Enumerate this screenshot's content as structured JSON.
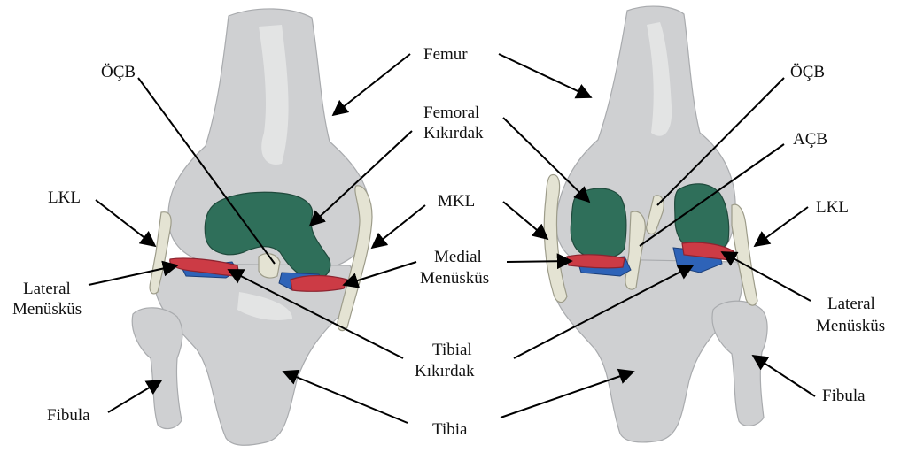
{
  "labels": {
    "femur": "Femur",
    "femoral_line1": "Femoral",
    "femoral_line2": "Kıkırdak",
    "ocb_left": "ÖÇB",
    "ocb_right": "ÖÇB",
    "acb": "AÇB",
    "lkl_left": "LKL",
    "lkl_right": "LKL",
    "mkl": "MKL",
    "medial_line1": "Medial",
    "medial_line2": "Menüsküs",
    "lateral_left_line1": "Lateral",
    "lateral_left_line2": "Menüsküs",
    "lateral_right_line1": "Lateral",
    "lateral_right_line2": "Menüsküs",
    "tibial_line1": "Tibial",
    "tibial_line2": "Kıkırdak",
    "tibia": "Tibia",
    "fibula_left": "Fibula",
    "fibula_right": "Fibula"
  },
  "colors": {
    "bone": "#cfd0d2",
    "femoral_cartilage": "#2f6f5a",
    "meniscus": "#cc3b45",
    "tibial_cartilage": "#2e63b8",
    "ligament": "#e4e3d3"
  }
}
